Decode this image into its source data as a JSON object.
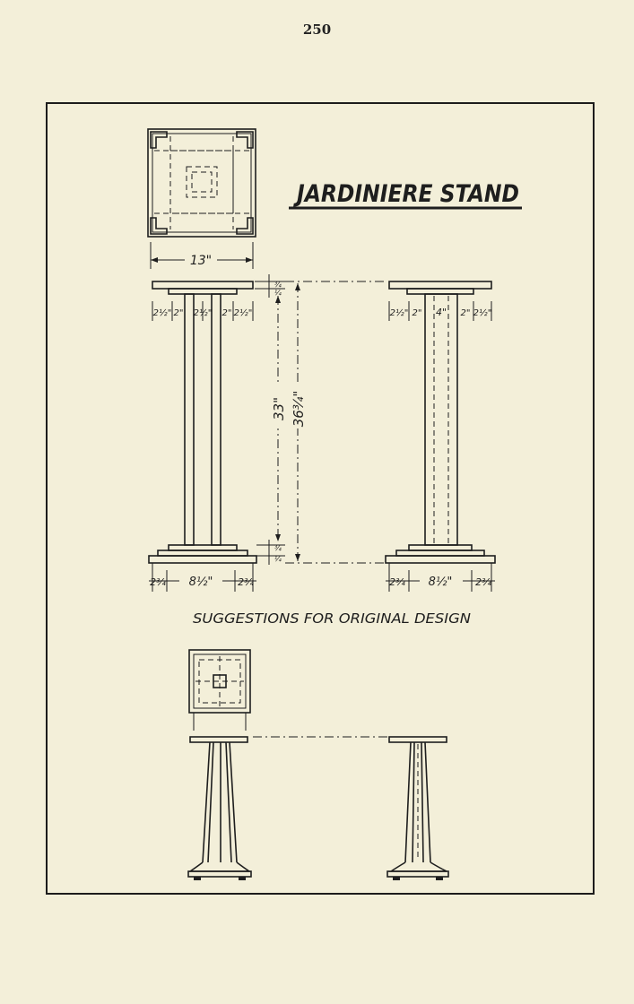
{
  "page": {
    "number": "250"
  },
  "drawing": {
    "title": "JARDINIERE STAND",
    "subtitle": "SUGGESTIONS FOR ORIGINAL DESIGN",
    "dimensions": {
      "top_width": "13\"",
      "height_overall": "36¾\"",
      "height_post": "33\"",
      "top_thickness": "¾",
      "top_thickness_2": "¼",
      "base_thickness": "¾",
      "base_thickness_2": "¼",
      "front_posts": [
        "2½\"",
        "2\"",
        "2½\"",
        "2\"",
        "2½\""
      ],
      "side_posts": [
        "2½\"",
        "2\"",
        "4\"",
        "2\"",
        "2½\""
      ],
      "base_front": [
        "2¾",
        "8½\"",
        "2¾"
      ],
      "base_side": [
        "2¾",
        "8½\"",
        "2¾"
      ]
    }
  }
}
